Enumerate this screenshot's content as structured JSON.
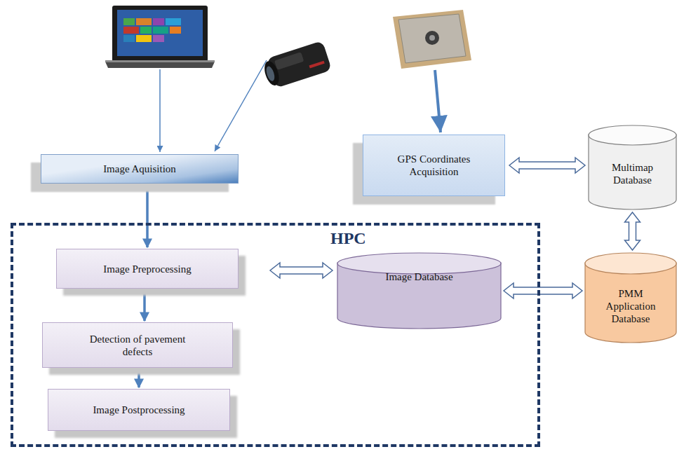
{
  "diagram": {
    "nodes": [
      {
        "text": [
          "Image Aquisition"
        ]
      },
      {
        "text": [
          "GPS Coordinates Acquisition"
        ]
      },
      {
        "text": [
          "Multimap Database"
        ]
      },
      {
        "text": [
          "HPC"
        ]
      },
      {
        "text": [
          "Image Preprocessing"
        ],
        "in": 3
      },
      {
        "text": [
          "Detection of pavement defects"
        ],
        "in": 3
      },
      {
        "text": [
          "Image Postprocessing"
        ],
        "in": 3
      },
      {
        "text": [
          "Image Database"
        ],
        "in": 3
      },
      {
        "text": [
          "PMM Application Database"
        ]
      }
    ],
    "edges": [
      {
        "from": 0,
        "to": 4,
        "arrow": "to"
      },
      {
        "from": 4,
        "to": 5,
        "arrow": "to"
      },
      {
        "from": 5,
        "to": 6,
        "arrow": "to"
      },
      {
        "from": 4,
        "to": 7,
        "arrow": "both"
      },
      {
        "from": 1,
        "to": 2,
        "arrow": "both"
      },
      {
        "from": 2,
        "to": 8,
        "arrow": "both"
      },
      {
        "from": 7,
        "to": 8,
        "arrow": "both"
      }
    ]
  }
}
